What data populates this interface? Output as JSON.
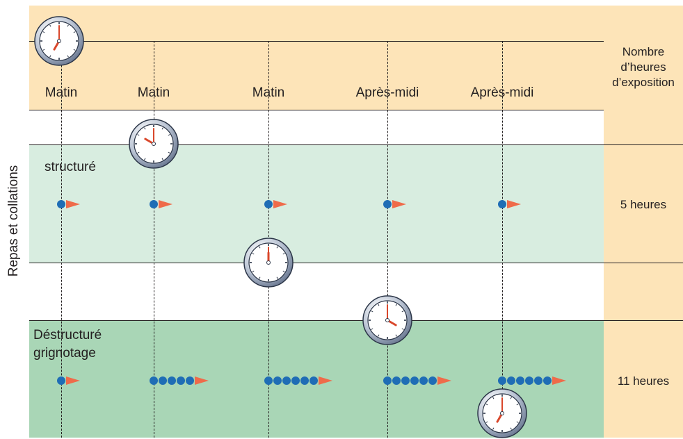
{
  "columns": [
    {
      "label": "Matin",
      "meal1_count": 1,
      "meal2_count": 1,
      "clock": {
        "hour": 7,
        "minute": 0
      }
    },
    {
      "label": "Matin",
      "meal1_count": 1,
      "meal2_count": 5,
      "clock": {
        "hour": 10,
        "minute": 0
      }
    },
    {
      "label": "Matin",
      "meal1_count": 1,
      "meal2_count": 6,
      "clock": {
        "hour": 12,
        "minute": 0
      }
    },
    {
      "label": "Après-midi",
      "meal1_count": 1,
      "meal2_count": 6,
      "clock": {
        "hour": 4,
        "minute": 0
      }
    },
    {
      "label": "Après-midi",
      "meal1_count": 1,
      "meal2_count": 6,
      "clock": {
        "hour": 7,
        "minute": 0
      }
    }
  ],
  "right_header": "Nombre d’heures d’exposition",
  "rows": [
    {
      "label": "structuré",
      "hours": "5 heures"
    },
    {
      "label": "Déstructuré grignotage",
      "hours": "11 heures"
    }
  ],
  "y_label": "Repas et collations",
  "colors": {
    "header_band": "#fde4b8",
    "row_structure": "#d8ede0",
    "row_destructure": "#a9d6b6",
    "right_column": "#fde4b8",
    "dot": "#1f6db5",
    "arrow": "#ef6b4a"
  }
}
